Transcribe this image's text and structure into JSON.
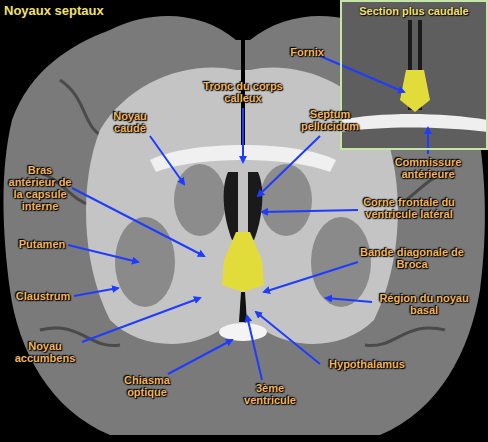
{
  "diagram": {
    "title": "Noyaux septaux",
    "nodes": [
      {
        "text": [
          "Section plus caudale"
        ]
      }
    ],
    "labels": [
      "Fornix",
      "Tronc du corps calleux",
      "Noyau caudé",
      "Septum pellucidum",
      "Commissure antérieure",
      "Bras antérieur de la capsule interne",
      "Corne frontale du ventricule latéral",
      "Putamen",
      "Bande diagonale de Broca",
      "Claustrum",
      "Région du noyau basal",
      "Noyau accumbens",
      "Hypothalamus",
      "Chiasma optique",
      "3ème ventricule"
    ]
  }
}
